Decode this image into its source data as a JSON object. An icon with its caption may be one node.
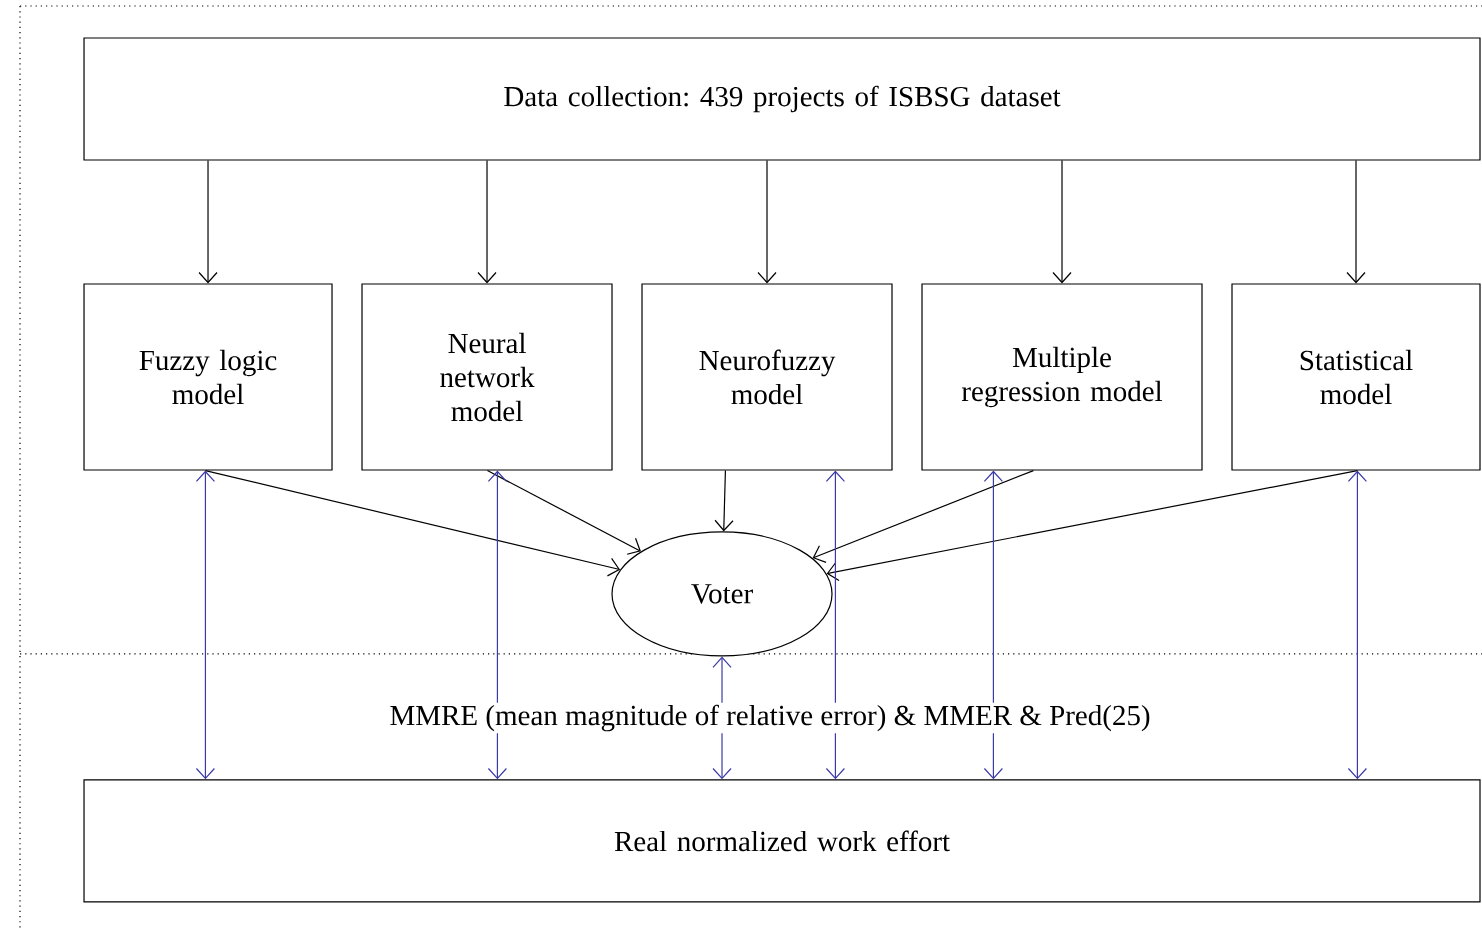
{
  "diagram": {
    "nodes": [
      {
        "text": [
          "Data collection: 439 projects of ISBSG dataset"
        ]
      },
      {
        "text": [
          "Fuzzy logic model"
        ]
      },
      {
        "text": [
          "Neural network model"
        ]
      },
      {
        "text": [
          "Neurofuzzy model"
        ]
      },
      {
        "text": [
          "Multiple regression model"
        ]
      },
      {
        "text": [
          "Statistical model"
        ]
      },
      {
        "text": [
          "Voter"
        ]
      },
      {
        "text": [
          "Real normalized work effort"
        ]
      }
    ],
    "edges": [
      {
        "from": 0,
        "to": 1,
        "arrow": "to"
      },
      {
        "from": 0,
        "to": 2,
        "arrow": "to"
      },
      {
        "from": 0,
        "to": 3,
        "arrow": "to"
      },
      {
        "from": 0,
        "to": 4,
        "arrow": "to"
      },
      {
        "from": 0,
        "to": 5,
        "arrow": "to"
      },
      {
        "from": 1,
        "to": 6,
        "arrow": "to"
      },
      {
        "from": 2,
        "to": 6,
        "arrow": "to"
      },
      {
        "from": 3,
        "to": 6,
        "arrow": "to"
      },
      {
        "from": 4,
        "to": 6,
        "arrow": "to"
      },
      {
        "from": 5,
        "to": 6,
        "arrow": "to"
      },
      {
        "from": 1,
        "to": 7,
        "arrow": "both",
        "color": "#3a3aa8"
      },
      {
        "from": 2,
        "to": 7,
        "arrow": "both",
        "color": "#3a3aa8"
      },
      {
        "from": 6,
        "to": 7,
        "arrow": "both",
        "color": "#3a3aa8"
      },
      {
        "from": 3,
        "to": 7,
        "arrow": "both",
        "color": "#3a3aa8"
      },
      {
        "from": 4,
        "to": 7,
        "arrow": "both",
        "color": "#3a3aa8"
      },
      {
        "from": 5,
        "to": 7,
        "arrow": "both",
        "color": "#3a3aa8"
      }
    ],
    "labels": [
      "MMRE (mean magnitude of relative error) & MMER & Pred(25)"
    ]
  }
}
